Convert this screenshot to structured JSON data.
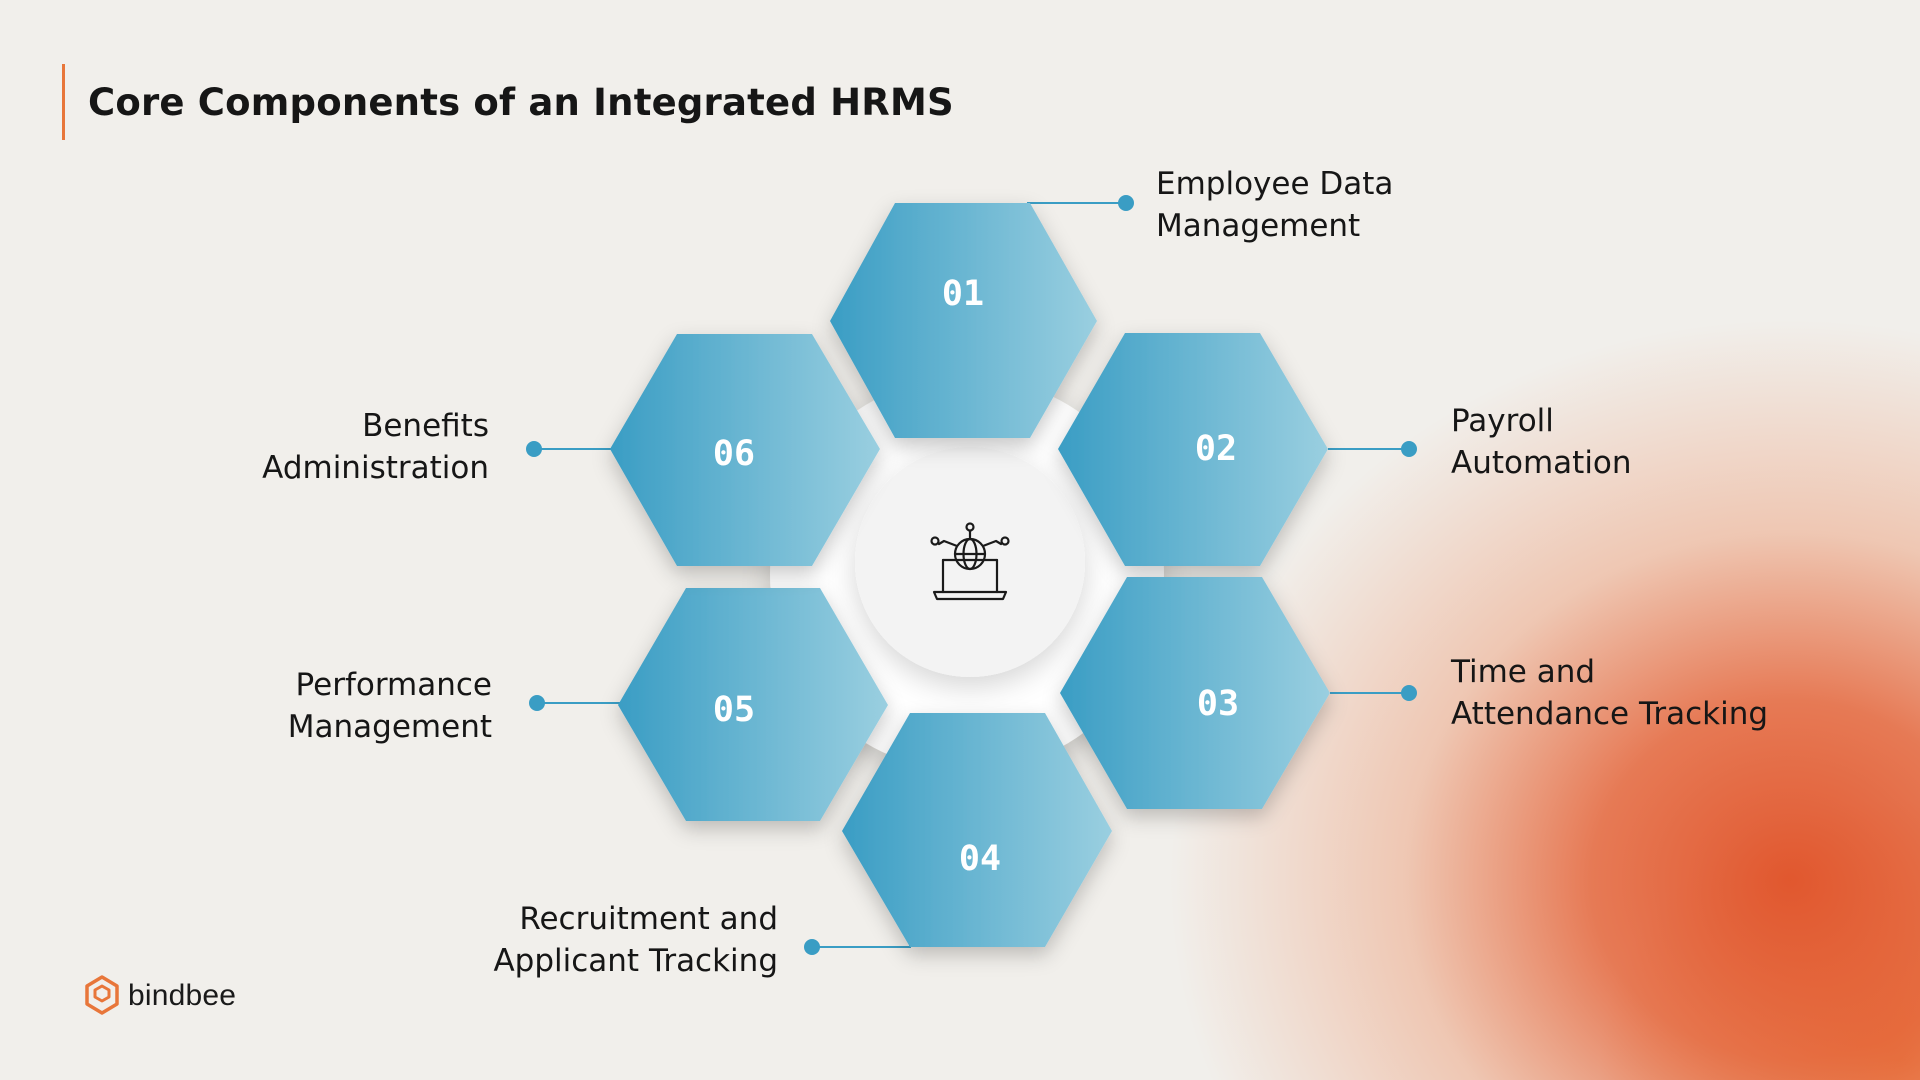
{
  "title": "Core Components of an Integrated HRMS",
  "center_icon": "laptop-globe-network-icon",
  "components": [
    {
      "number": "01",
      "line1": "Employee Data",
      "line2": "Management"
    },
    {
      "number": "02",
      "line1": "Payroll",
      "line2": "Automation"
    },
    {
      "number": "03",
      "line1": "Time and",
      "line2": "Attendance Tracking"
    },
    {
      "number": "04",
      "line1": "Recruitment and",
      "line2": "Applicant Tracking"
    },
    {
      "number": "05",
      "line1": "Performance",
      "line2": "Management"
    },
    {
      "number": "06",
      "line1": "Benefits",
      "line2": "Administration"
    }
  ],
  "logo": {
    "text": "bindbee",
    "icon": "bindbee-hexagon-logo-icon"
  },
  "colors": {
    "background": "#f1efeb",
    "hexagon_dark": "#3a9dc4",
    "hexagon_light": "#9acfe0",
    "connector": "#3a9dc4",
    "accent": "#e8763a",
    "glow": "#e0522a"
  }
}
